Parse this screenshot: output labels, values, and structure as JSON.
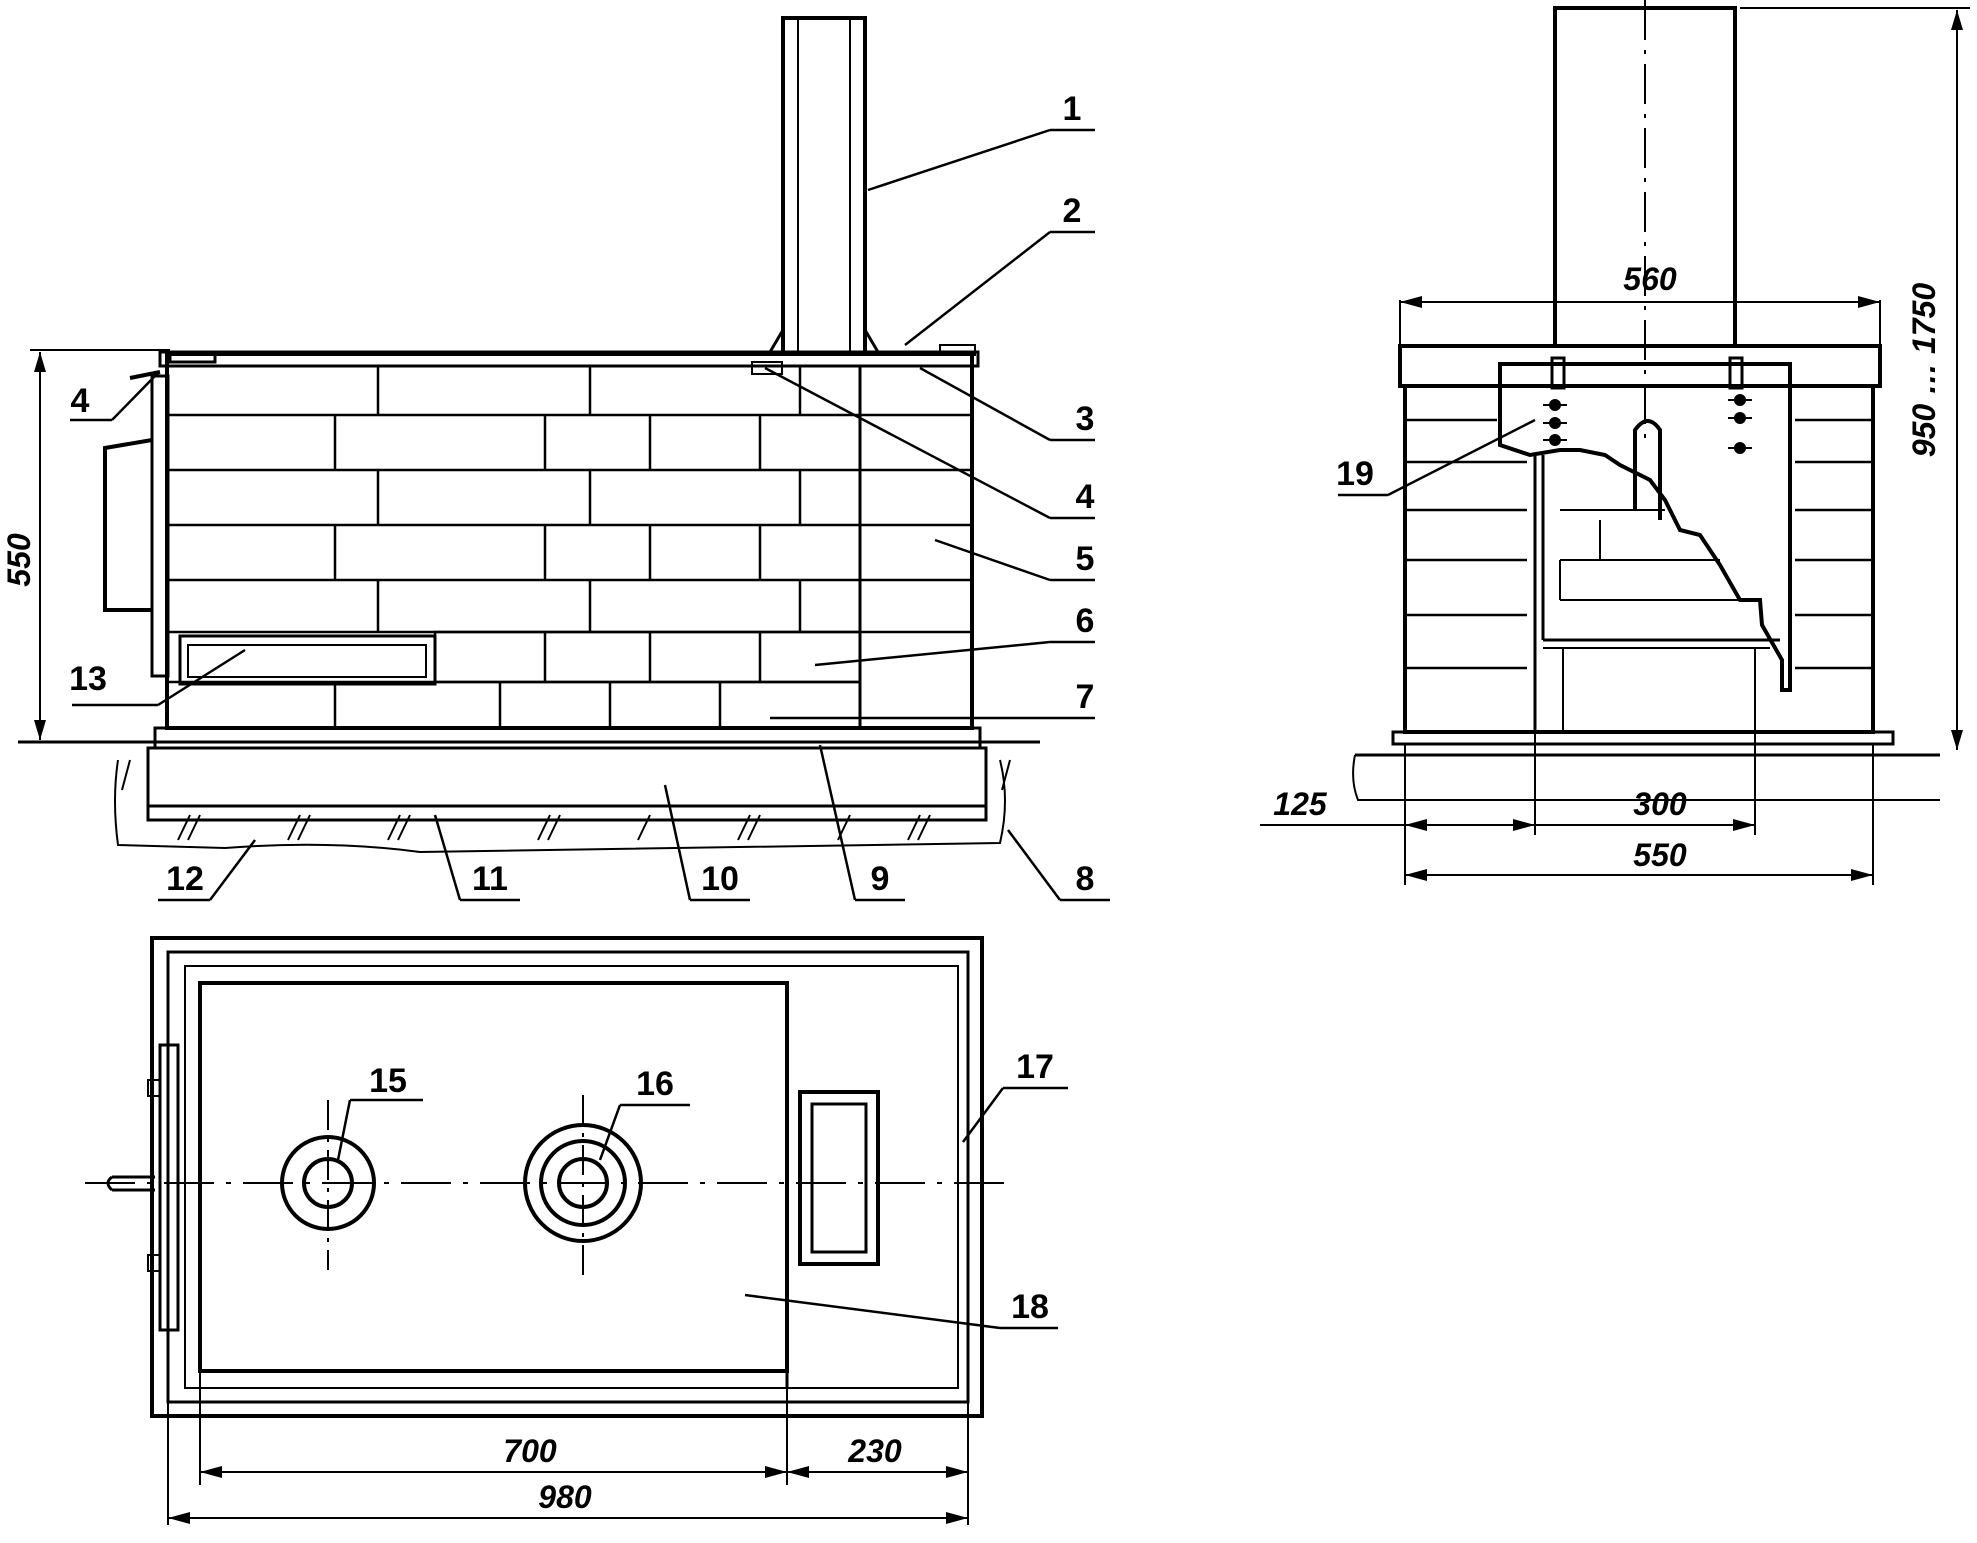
{
  "callouts": {
    "c1": "1",
    "c2": "2",
    "c3": "3",
    "c4a": "4",
    "c4b": "4",
    "c5": "5",
    "c6": "6",
    "c7": "7",
    "c8": "8",
    "c9": "9",
    "c10": "10",
    "c11": "11",
    "c12": "12",
    "c13": "13",
    "c15": "15",
    "c16": "16",
    "c17": "17",
    "c18": "18",
    "c19": "19"
  },
  "dimensions": {
    "height_side": "550",
    "top_width_front": "560",
    "height_front": "950 … 1750",
    "offset_front": "125",
    "firebox_front": "300",
    "base_front": "550",
    "plan_firebox": "700",
    "plan_chamber": "230",
    "plan_total": "980"
  },
  "colors": {
    "ink": "#000000",
    "paper": "#ffffff"
  }
}
